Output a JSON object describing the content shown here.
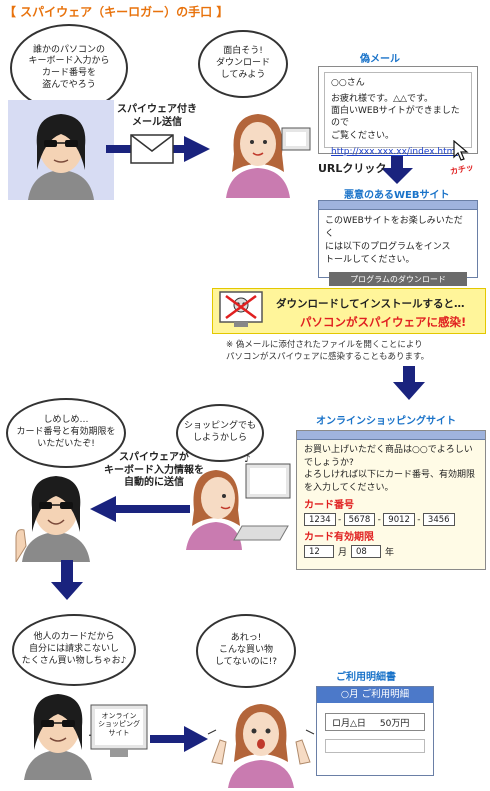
{
  "title": "【 スパイウェア（キーロガー）の手口 】",
  "scene1": {
    "hacker_bubble": "誰かのパソコンの\nキーボード入力から\nカード番号を\n盗んでやろう",
    "send_caption": "スパイウェア付き\nメール送信",
    "woman_bubble": "面白そう!\nダウンロード\nしてみよう"
  },
  "fake_mail": {
    "title": "偽メール",
    "recipient": "○○さん",
    "body": "お疲れ様です。△△です。\n面白いWEBサイトができましたので\nご覧ください。",
    "link": "http://xxx.xxx.xx/index.html",
    "click_sound": "カチッ",
    "url_click": "URLクリック"
  },
  "malicious_site": {
    "title": "悪意のあるWEBサイト",
    "body": "このWEBサイトをお楽しみいただく\nには以下のプログラムをインス\nトールしてください。",
    "download_button": "プログラムのダウンロード"
  },
  "warning": {
    "line1": "ダウンロードしてインストールすると…",
    "line2": "パソコンがスパイウェアに感染!",
    "note": "※ 偽メールに添付されたファイルを開くことにより\nパソコンがスパイウェアに感染することもあります。"
  },
  "scene2": {
    "hacker_bubble": "しめしめ…\nカード番号と有効期限を\nいただいたぞ!",
    "woman_bubble": "ショッピングでも\nしようかしら",
    "send_caption": "スパイウェアが\nキーボード入力情報を\n自動的に送信"
  },
  "shopping": {
    "title": "オンラインショッピングサイト",
    "body": "お買い上げいただく商品は○○でよろしい\nでしょうか?\nよろしければ以下にカード番号、有効期限\nを入力してください。",
    "card_label": "カード番号",
    "card_numbers": [
      "1234",
      "5678",
      "9012",
      "3456"
    ],
    "expiry_label": "カード有効期限",
    "expiry_month": "12",
    "month_unit": "月",
    "expiry_year": "08",
    "year_unit": "年"
  },
  "scene3": {
    "hacker_bubble": "他人のカードだから\n自分には請求こないし\nたくさん買い物しちゃお♪",
    "monitor_label": "オンライン\nショッピング\nサイト",
    "woman_bubble": "あれっ!\nこんな買い物\nしてないのに!?"
  },
  "statement": {
    "title": "ご利用明細書",
    "header": "○月 ご利用明細",
    "date": "ロ月△日",
    "amount": "50万円"
  },
  "colors": {
    "title_orange": "#e8720c",
    "arrow_navy": "#1a237e",
    "blue_title": "#1a73c9",
    "red": "#e02020",
    "warn_yellow": "#fff59a"
  }
}
